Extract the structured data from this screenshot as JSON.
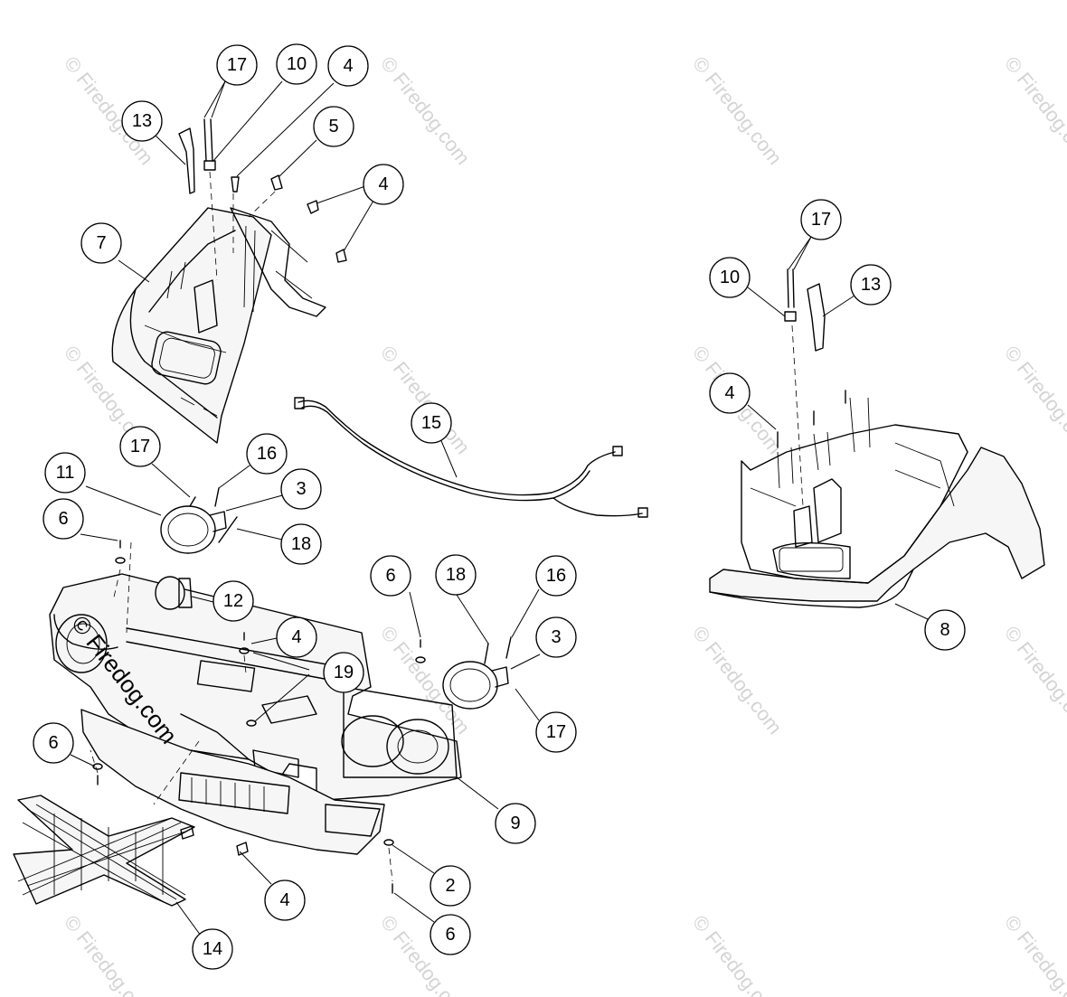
{
  "watermark": {
    "text": "© Firedog.com",
    "color": "#d4d4d4"
  },
  "callouts": [
    {
      "id": "c-17-top",
      "label": "17"
    },
    {
      "id": "c-10-top",
      "label": "10"
    },
    {
      "id": "c-4-top",
      "label": "4"
    },
    {
      "id": "c-13-top",
      "label": "13"
    },
    {
      "id": "c-5",
      "label": "5"
    },
    {
      "id": "c-4-b",
      "label": "4"
    },
    {
      "id": "c-7",
      "label": "7"
    },
    {
      "id": "c-15",
      "label": "15"
    },
    {
      "id": "c-17-mid",
      "label": "17"
    },
    {
      "id": "c-16-left",
      "label": "16"
    },
    {
      "id": "c-11",
      "label": "11"
    },
    {
      "id": "c-3-left",
      "label": "3"
    },
    {
      "id": "c-6-a",
      "label": "6"
    },
    {
      "id": "c-18-left",
      "label": "18"
    },
    {
      "id": "c-12",
      "label": "12"
    },
    {
      "id": "c-4-c",
      "label": "4"
    },
    {
      "id": "c-19",
      "label": "19"
    },
    {
      "id": "c-6-b",
      "label": "6"
    },
    {
      "id": "c-18-right",
      "label": "18"
    },
    {
      "id": "c-16-right",
      "label": "16"
    },
    {
      "id": "c-3-right",
      "label": "3"
    },
    {
      "id": "c-17-right",
      "label": "17"
    },
    {
      "id": "c-6-c",
      "label": "6"
    },
    {
      "id": "c-9",
      "label": "9"
    },
    {
      "id": "c-2",
      "label": "2"
    },
    {
      "id": "c-4-d",
      "label": "4"
    },
    {
      "id": "c-6-d",
      "label": "6"
    },
    {
      "id": "c-14",
      "label": "14"
    },
    {
      "id": "c-17-r",
      "label": "17"
    },
    {
      "id": "c-10-r",
      "label": "10"
    },
    {
      "id": "c-13-r",
      "label": "13"
    },
    {
      "id": "c-4-r",
      "label": "4"
    },
    {
      "id": "c-8",
      "label": "8"
    }
  ]
}
